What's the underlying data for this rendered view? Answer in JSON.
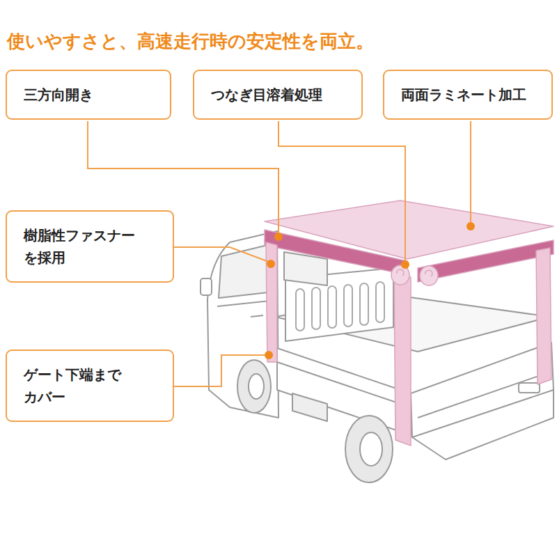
{
  "diagram": {
    "title": "使いやすさと、高速走行時の安定性を両立。",
    "nodes": [
      {
        "text": [
          "三方向開き"
        ]
      },
      {
        "text": [
          "つなぎ目溶着処理"
        ]
      },
      {
        "text": [
          "両面ラミネート加工"
        ]
      },
      {
        "text": [
          "樹脂性ファスナー を採用"
        ]
      },
      {
        "text": [
          "ゲート下端まで カバー"
        ]
      }
    ]
  }
}
